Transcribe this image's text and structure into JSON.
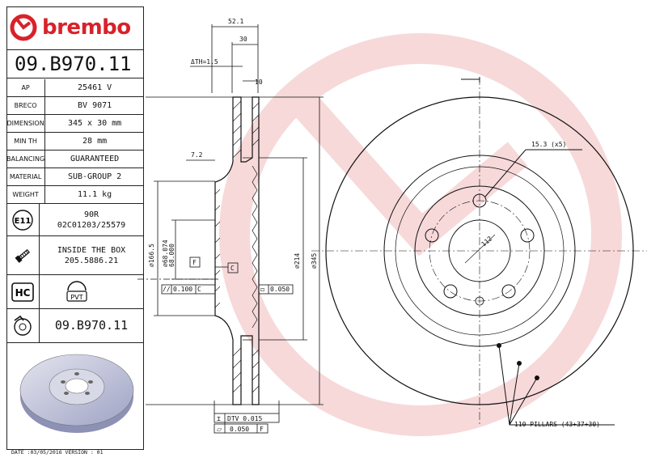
{
  "brand": {
    "name": "brembo",
    "color": "#d8222a"
  },
  "part_number": "09.B970.11",
  "specs": [
    {
      "label": "AP",
      "value": "25461 V"
    },
    {
      "label": "BRECO",
      "value": "BV 9071"
    },
    {
      "label": "DIMENSION",
      "value": "345 x 30 mm"
    },
    {
      "label": "MIN TH",
      "value": "28 mm"
    },
    {
      "label": "BALANCING",
      "value": "GUARANTEED"
    },
    {
      "label": "MATERIAL",
      "value": "SUB-GROUP 2"
    },
    {
      "label": "WEIGHT",
      "value": "11.1 kg"
    }
  ],
  "approval": {
    "icon_text": "E11",
    "line1": "90R",
    "line2": "02C01203/25579"
  },
  "inside_box": {
    "line1": "INSIDE THE BOX",
    "line2": "205.5886.21"
  },
  "badges": {
    "hc": "HC",
    "pvt": "PVT"
  },
  "disc_part_number": "09.B970.11",
  "date_line": "DATE :03/05/2016 VERSION : 01",
  "drawing": {
    "dim_52_1": "52.1",
    "dim_30": "30",
    "th": "ΔTH=1.5",
    "dim_10": "10",
    "dim_7_2": "7.2",
    "dim_166_5": "⌀166.5",
    "dim_68_074": "⌀68.074",
    "dim_68_000": "68.000",
    "dim_214": "⌀214",
    "dim_345": "⌀345",
    "datum_f": "F",
    "datum_c": "C",
    "tol_left": "0.100",
    "tol_left_ref": "C",
    "tol_right": "0.050",
    "dtv": "DTV 0.015",
    "flat": "0.050",
    "flat_ref": "F",
    "holes": "15.3 (x5)",
    "pcd": "112",
    "pillars": "110 PILLARS (43+37+30)"
  }
}
